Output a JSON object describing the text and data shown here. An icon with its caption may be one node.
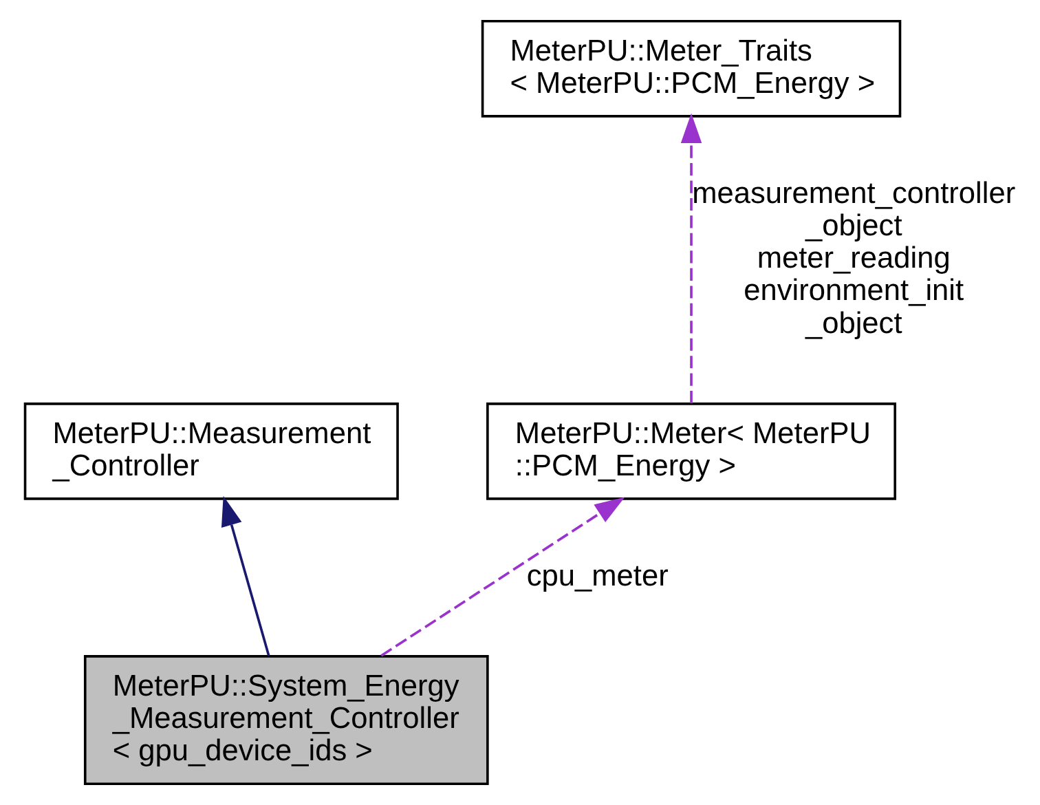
{
  "diagram": {
    "nodes": [
      {
        "text": [
          "MeterPU::Meter_Traits < MeterPU::PCM_Energy >"
        ]
      },
      {
        "text": [
          "MeterPU::Measurement _Controller"
        ]
      },
      {
        "text": [
          "MeterPU::Meter< MeterPU ::PCM_Energy >"
        ]
      },
      {
        "text": [
          "MeterPU::System_Energy _Measurement_Controller < gpu_device_ids >"
        ]
      }
    ],
    "edges": [
      {
        "from": 3,
        "to": 1,
        "arrow": "to",
        "color": "#191970"
      },
      {
        "from": 3,
        "to": 2,
        "arrow": "to",
        "style": "dashed",
        "color": "#9a32cd",
        "label": "cpu_meter"
      },
      {
        "from": 2,
        "to": 0,
        "arrow": "to",
        "style": "dashed",
        "color": "#9a32cd",
        "label": "measurement_controller _object meter_reading environment_init _object"
      }
    ]
  }
}
